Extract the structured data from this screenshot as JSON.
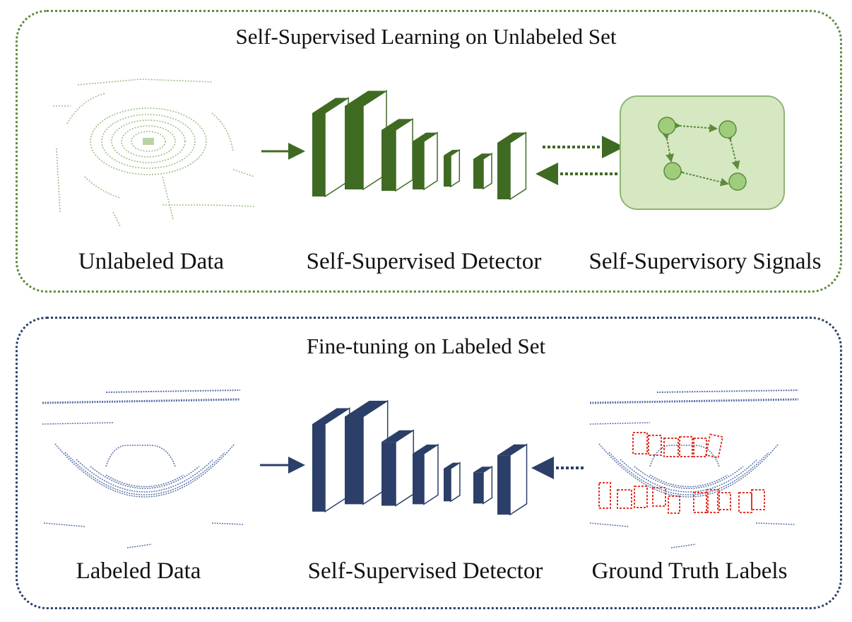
{
  "top_panel": {
    "title": "Self-Supervised Learning on Unlabeled Set",
    "labels": {
      "data": "Unlabeled Data",
      "detector": "Self-Supervised Detector",
      "signals": "Self-Supervisory Signals"
    },
    "color": "#3f6a22",
    "border_color": "#5e8a3c",
    "signal_box_fill": "#d5e8c2"
  },
  "bottom_panel": {
    "title": "Fine-tuning on Labeled Set",
    "labels": {
      "data": "Labeled Data",
      "detector": "Self-Supervised Detector",
      "labels": "Ground Truth Labels"
    },
    "color": "#2b3f68",
    "border_color": "#2b3f68",
    "box_color": "#e03a2e"
  }
}
